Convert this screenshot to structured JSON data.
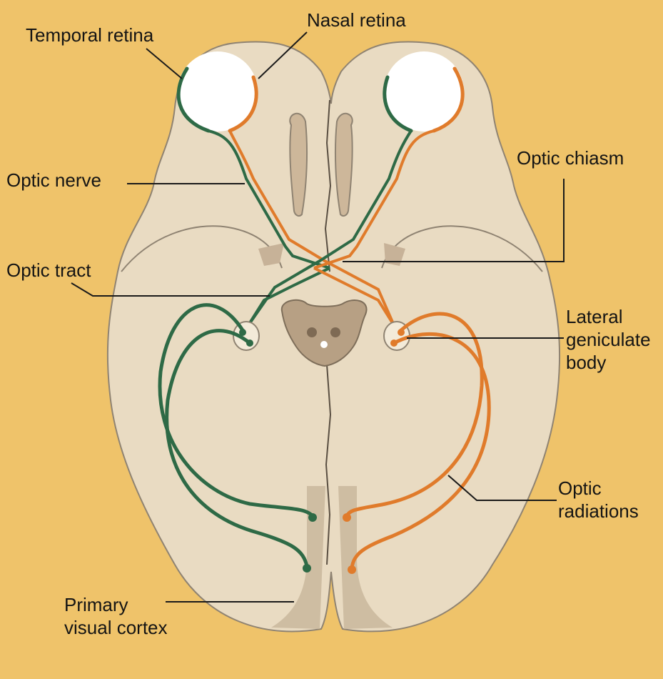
{
  "labels": {
    "temporal_retina": "Temporal retina",
    "nasal_retina": "Nasal retina",
    "optic_nerve": "Optic nerve",
    "optic_chiasm": "Optic chiasm",
    "optic_tract": "Optic tract",
    "lateral_geniculate_body": [
      "Lateral",
      "geniculate",
      "body"
    ],
    "optic_radiations": [
      "Optic",
      "radiations"
    ],
    "primary_visual_cortex": [
      "Primary",
      "visual cortex"
    ]
  },
  "colors": {
    "background": "#EFC36A",
    "brain": "#E9DBC2",
    "brain_outline": "#8F8372",
    "left_pathway": "#2E6A46",
    "right_pathway": "#E07B2B",
    "eyeball": "#FFFFFF"
  }
}
